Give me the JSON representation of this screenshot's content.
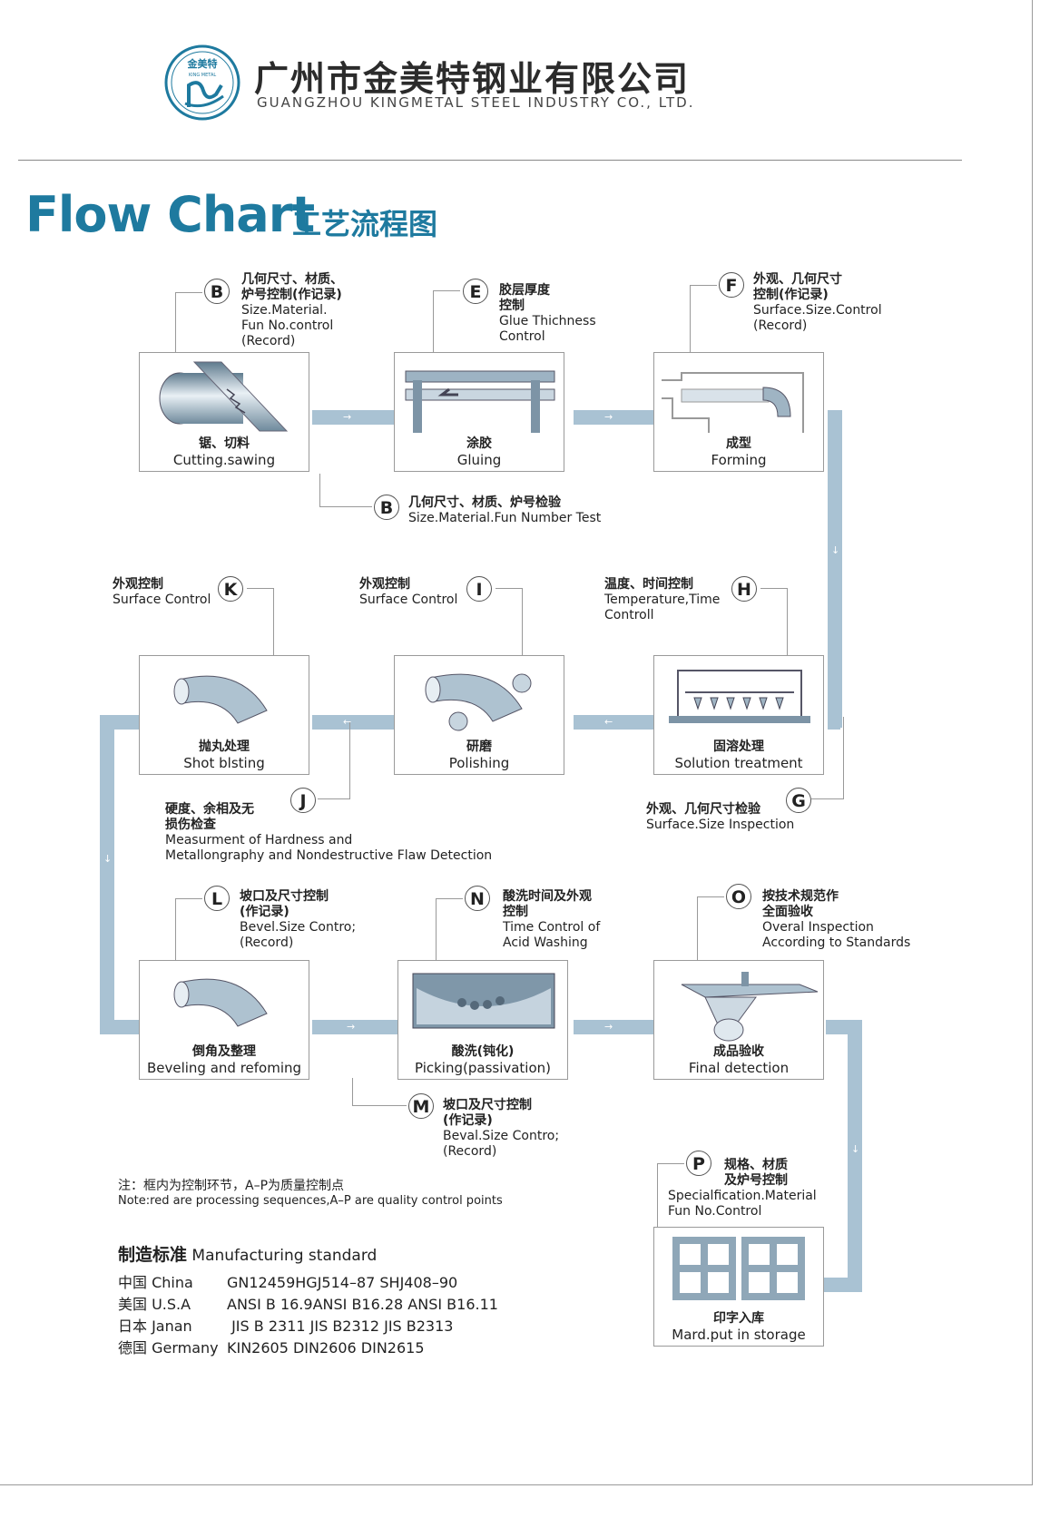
{
  "header": {
    "company_cn": "广州市金美特钢业有限公司",
    "company_en": "GUANGZHOU KINGMETAL STEEL INDUSTRY CO., LTD.",
    "logo_text_cn": "金美特",
    "logo_text_en": "KING METAL"
  },
  "title": {
    "en": "Flow Chart",
    "cn": "工艺流程图"
  },
  "steps": [
    {
      "cn": "锯、切料",
      "en": "Cutting.sawing"
    },
    {
      "cn": "涂胶",
      "en": "Gluing"
    },
    {
      "cn": "成型",
      "en": "Forming"
    },
    {
      "cn": "抛丸处理",
      "en": "Shot blsting"
    },
    {
      "cn": "研磨",
      "en": "Polishing"
    },
    {
      "cn": "固溶处理",
      "en": "Solution treatment"
    },
    {
      "cn": "倒角及整理",
      "en": "Beveling and refoming"
    },
    {
      "cn": "酸洗(钝化)",
      "en": "Picking(passivation)"
    },
    {
      "cn": "成品验收",
      "en": "Final detection"
    },
    {
      "cn": "印字入库",
      "en": "Mard.put in storage"
    }
  ],
  "points": {
    "B1": {
      "letter": "B",
      "lines": [
        "几何尺寸、材质、",
        "炉号控制(作记录)",
        "Size.Material.",
        "Fun No.control",
        "(Record)"
      ]
    },
    "E": {
      "letter": "E",
      "lines": [
        "胶层厚度",
        "控制",
        "Glue Thichness",
        "Control"
      ]
    },
    "F": {
      "letter": "F",
      "lines": [
        "外观、几何尺寸",
        "控制(作记录)",
        "Surface.Size.Control",
        "(Record)"
      ]
    },
    "B2": {
      "letter": "B",
      "lines": [
        "几何尺寸、材质、炉号检验",
        "Size.Material.Fun Number Test"
      ]
    },
    "K": {
      "letter": "K",
      "lines": [
        "外观控制",
        "Surface Control"
      ]
    },
    "I": {
      "letter": "I",
      "lines": [
        "外观控制",
        "Surface Control"
      ]
    },
    "H": {
      "letter": "H",
      "lines": [
        "温度、时间控制",
        "Temperature,Time",
        "Controll"
      ]
    },
    "J": {
      "letter": "J",
      "lines": [
        "硬度、余相及无",
        "损伤检查",
        "Measurment of Hardness and",
        "Metallongraphy and Nondestructive Flaw Detection"
      ]
    },
    "G": {
      "letter": "G",
      "lines": [
        "外观、几何尺寸检验",
        "Surface.Size Inspection"
      ]
    },
    "L": {
      "letter": "L",
      "lines": [
        "坡口及尺寸控制",
        "(作记录)",
        "Bevel.Size Contro;",
        "(Record)"
      ]
    },
    "N": {
      "letter": "N",
      "lines": [
        "酸洗时间及外观",
        "控制",
        "Time Control of",
        "Acid Washing"
      ]
    },
    "O": {
      "letter": "O",
      "lines": [
        "按技术规范作",
        "全面验收",
        "Overal Inspection",
        "According to Standards"
      ]
    },
    "M": {
      "letter": "M",
      "lines": [
        "坡口及尺寸控制",
        "(作记录)",
        "Beval.Size Contro;",
        "(Record)"
      ]
    },
    "P": {
      "letter": "P",
      "lines": [
        "规格、材质",
        "及炉号控制",
        "Specialfication.Material",
        "Fun No.Control"
      ]
    }
  },
  "note": {
    "cn": "注：框内为控制环节，A–P为质量控制点",
    "en": "Note:red are processing sequences,A–P are quality control points"
  },
  "standard": {
    "title_cn": "制造标准",
    "title_en": "Manufacturing standard",
    "rows": [
      {
        "country": "中国 China",
        "codes": "GN12459HGJ514–87  SHJ408–90"
      },
      {
        "country": "美国 U.S.A",
        "codes": "ANSI B 16.9ANSI B16.28 ANSI B16.11"
      },
      {
        "country": "日本 Janan",
        "codes": " JIS B 2311 JIS B2312 JIS B2313"
      },
      {
        "country": "德国 Germany",
        "codes": "KIN2605 DIN2606 DIN2615"
      }
    ]
  },
  "colors": {
    "brand": "#1e7a9f",
    "flow": "#a9c2d3",
    "steel": "#8fa7b8"
  }
}
